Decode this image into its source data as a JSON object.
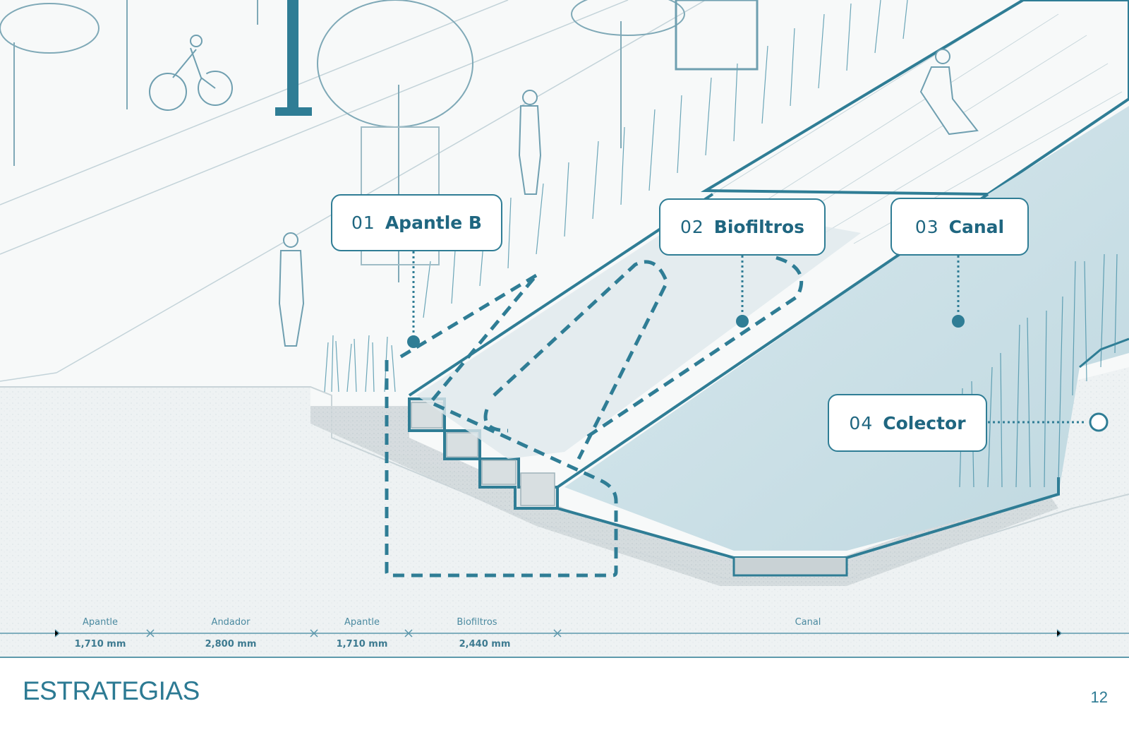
{
  "colors": {
    "accent": "#2f7d95",
    "water": "#cfe2e8",
    "soil": "#e9eef0",
    "line": "#b9cfd7"
  },
  "callouts": [
    {
      "number": "01",
      "label": "Apantle B"
    },
    {
      "number": "02",
      "label": "Biofiltros"
    },
    {
      "number": "03",
      "label": "Canal"
    },
    {
      "number": "04",
      "label": "Colector"
    }
  ],
  "dimensions": [
    {
      "label": "Apantle",
      "value": "1,710 mm"
    },
    {
      "label": "Andador",
      "value": "2,800 mm"
    },
    {
      "label": "Apantle",
      "value": "1,710 mm"
    },
    {
      "label": "Biofiltros",
      "value": "2,440 mm"
    },
    {
      "label": "Canal",
      "value": ""
    }
  ],
  "footer": {
    "title": "ESTRATEGIAS",
    "page_number": "12"
  }
}
